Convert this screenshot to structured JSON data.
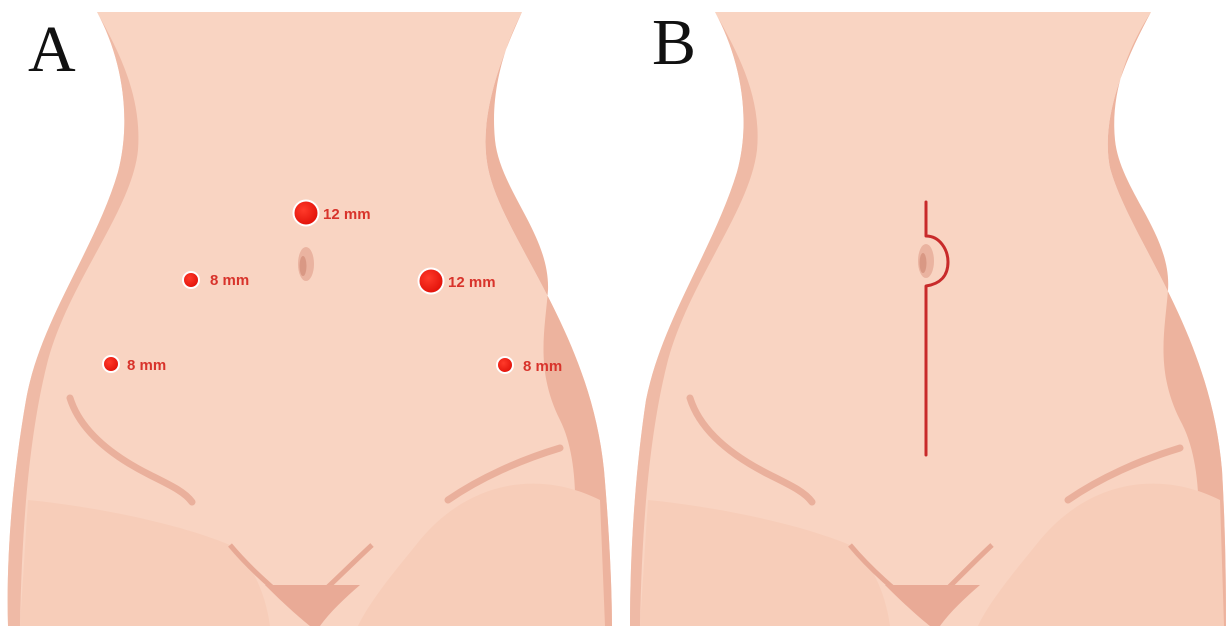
{
  "panels": [
    {
      "letter": "A",
      "ports": [
        {
          "label": "12 mm",
          "size_mm": 12
        },
        {
          "label": "8 mm",
          "size_mm": 8
        },
        {
          "label": "12 mm",
          "size_mm": 12
        },
        {
          "label": "8 mm",
          "size_mm": 8
        },
        {
          "label": "8 mm",
          "size_mm": 8
        }
      ]
    },
    {
      "letter": "B",
      "incision": "midline incision around umbilicus"
    }
  ],
  "colors": {
    "skin": "#f9d4c2",
    "skin_shadow": "#eeb4a0",
    "skin_line": "#e7a995",
    "port": "#ee1b10",
    "port_text": "#d8332b",
    "incision": "#c82a2a"
  }
}
